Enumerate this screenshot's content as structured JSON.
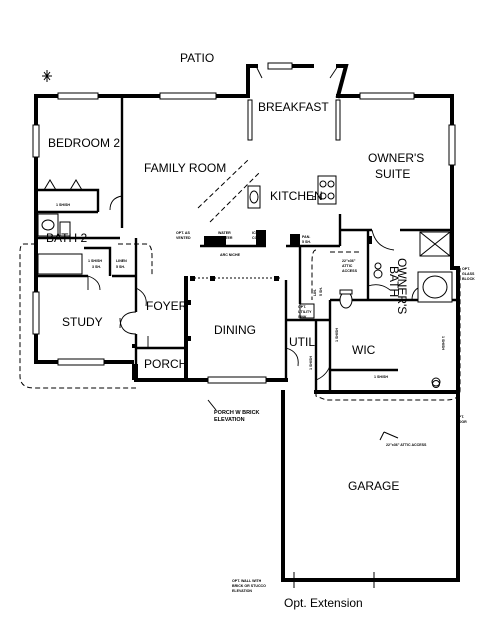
{
  "plan": {
    "rooms": {
      "patio": "PATIO",
      "breakfast": "BREAKFAST",
      "bedroom2": "BEDROOM 2",
      "family_room": "FAMILY ROOM",
      "owners_suite_line1": "OWNER'S",
      "owners_suite_line2": "SUITE",
      "kitchen": "KITCHEN",
      "bath2": "BATH 2",
      "study": "STUDY",
      "foyer": "FOYER",
      "dining": "DINING",
      "util": "UTIL",
      "wic": "WIC",
      "owners_bath_line1": "OWNER'S",
      "owners_bath_line2": "BATH",
      "porch": "PORCH",
      "garage": "GARAGE"
    },
    "labels": {
      "opt_extension": "Opt. Extension",
      "porch_brick_elevation_1": "PORCH W BRICK",
      "porch_brick_elevation_2": "ELEVATION",
      "opt_wall_1": "OPT. WALL WITH",
      "opt_wall_2": "BRICK OR STUCCO",
      "opt_wall_3": "ELEVATION",
      "attic_access_garage": "22\"x36\" ATTIC ACCESS",
      "attic_access_hall_1": "22\"x36\"",
      "attic_access_hall_2": "ATTIC",
      "attic_access_hall_3": "ACCESS",
      "opt_glass_block_1": "OPT.",
      "opt_glass_block_2": "GLASS",
      "opt_glass_block_3": "BLOCK",
      "opt_door_1": "OPT.",
      "opt_door_2": "DOOR",
      "opt_vented_1": "OPT. AS",
      "opt_vented_2": "VENTED",
      "water_heater_1": "WATER",
      "water_heater_2": "HEATER",
      "ice_cool_1": "ICE",
      "ice_cool_2": "COOL",
      "arc_niche": "ARC NICHE",
      "pantry_1": "PAN.",
      "pantry_2": "5 SH.",
      "linen_bath2_1": "1 SH/SH",
      "linen_bath2_2": "3 SH.",
      "linen_closet_1": "LINEN",
      "linen_closet_2": "5 SH.",
      "bedroom_closet_shelf": "1 SH/SH",
      "wic_shelf_1": "1 SH/SH",
      "wic_shelf_2": "1 SH/SH",
      "wic_shelf_3": "1 SH/SH",
      "util_shelf": "1 SH/SH",
      "util_opt_1": "OPT.",
      "util_opt_2": "UTILITY",
      "util_opt_3": "SINK",
      "lin_closet_1": "LIN.",
      "lin_closet_2": "5 SH.",
      "kitchen_dw": "D"
    }
  }
}
